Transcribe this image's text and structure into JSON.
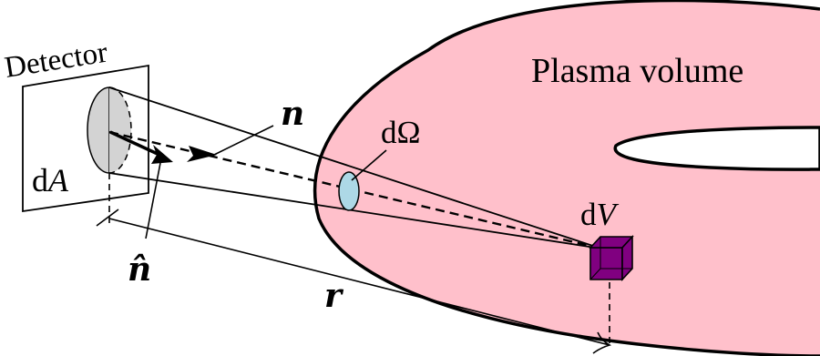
{
  "labels": {
    "detector": "Detector",
    "plasma_volume": "Plasma volume",
    "dA": "dA",
    "dA_d": "d",
    "dA_A": "A",
    "n": "n",
    "n_hat": "n̂",
    "d_omega": "dΩ",
    "dV_d": "d",
    "dV_V": "V",
    "r": "r"
  },
  "colors": {
    "plasma_fill": "#FFC0CB",
    "detector_disc": "#D3D3D3",
    "solid_angle_disc": "#ADD8E6",
    "volume_cube": "#800080",
    "stroke": "#000000"
  }
}
